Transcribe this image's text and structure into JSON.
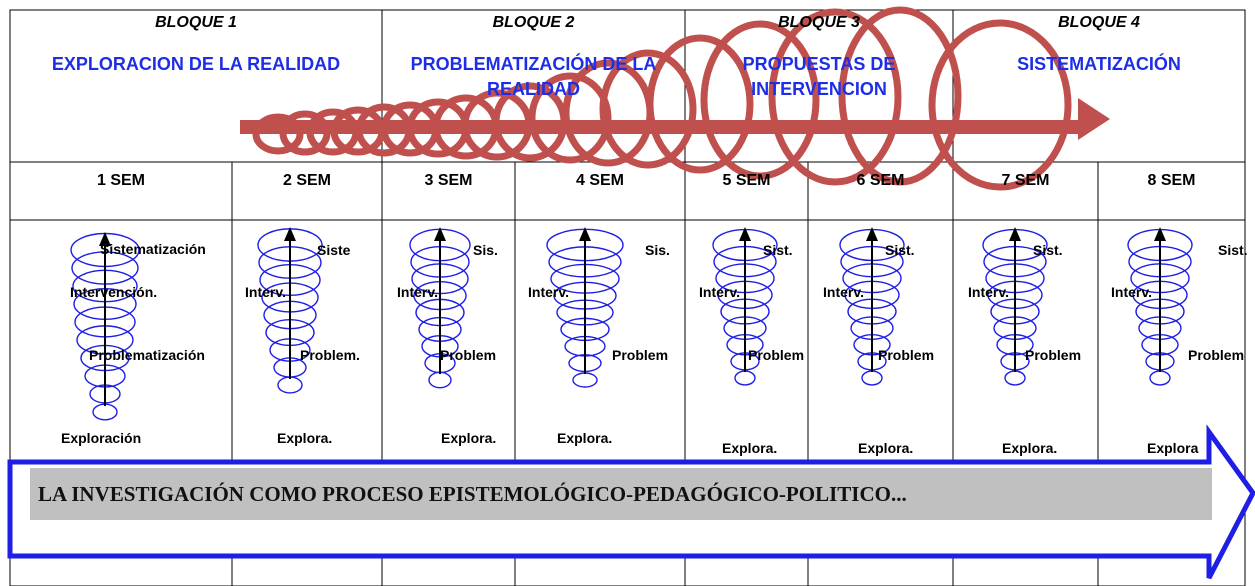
{
  "blocks": [
    {
      "title": "BLOQUE 1",
      "subtitle": "EXPLORACION DE LA REALIDAD"
    },
    {
      "title": "BLOQUE 2",
      "subtitle": "PROBLEMATIZACIÓN DE LA REALIDAD"
    },
    {
      "title": "BLOQUE 3",
      "subtitle": "PROPUESTAS DE INTERVENCION"
    },
    {
      "title": "BLOQUE 4",
      "subtitle": "SISTEMATIZACIÓN"
    }
  ],
  "weeks": [
    "1 SEM",
    "2 SEM",
    "3 SEM",
    "4 SEM",
    "5 SEM",
    "6 SEM",
    "7 SEM",
    "8 SEM"
  ],
  "stages": [
    {
      "top": "Sistematización",
      "mid": "Intervención.",
      "low": "Problematización",
      "bottom": "Exploración"
    },
    {
      "top": "Siste",
      "mid": "Interv.",
      "low": "Problem.",
      "bottom": "Explora."
    },
    {
      "top": "Sis.",
      "mid": "Interv.",
      "low": "Problem",
      "bottom": "Explora."
    },
    {
      "top": "Sis.",
      "mid": "Interv.",
      "low": "Problem",
      "bottom": "Explora."
    },
    {
      "top": "Sist.",
      "mid": "Interv.",
      "low": "Problem",
      "bottom": "Explora."
    },
    {
      "top": "Sist.",
      "mid": "Interv.",
      "low": "Problem",
      "bottom": "Explora."
    },
    {
      "top": "Sist.",
      "mid": "Interv.",
      "low": "Problem",
      "bottom": "Explora."
    },
    {
      "top": "Sist.",
      "mid": "Interv.",
      "low": "Problem",
      "bottom": "Explora"
    }
  ],
  "banner": "LA INVESTIGACIÓN COMO PROCESO EPISTEMOLÓGICO-PEDAGÓGICO-POLITICO...",
  "colors": {
    "spiral": "#1e1ee6",
    "arrow": "#c0504d",
    "banner_fill": "#c0c0c0",
    "banner_border": "#1e1ee6",
    "subtitle": "#1e2ee6"
  }
}
